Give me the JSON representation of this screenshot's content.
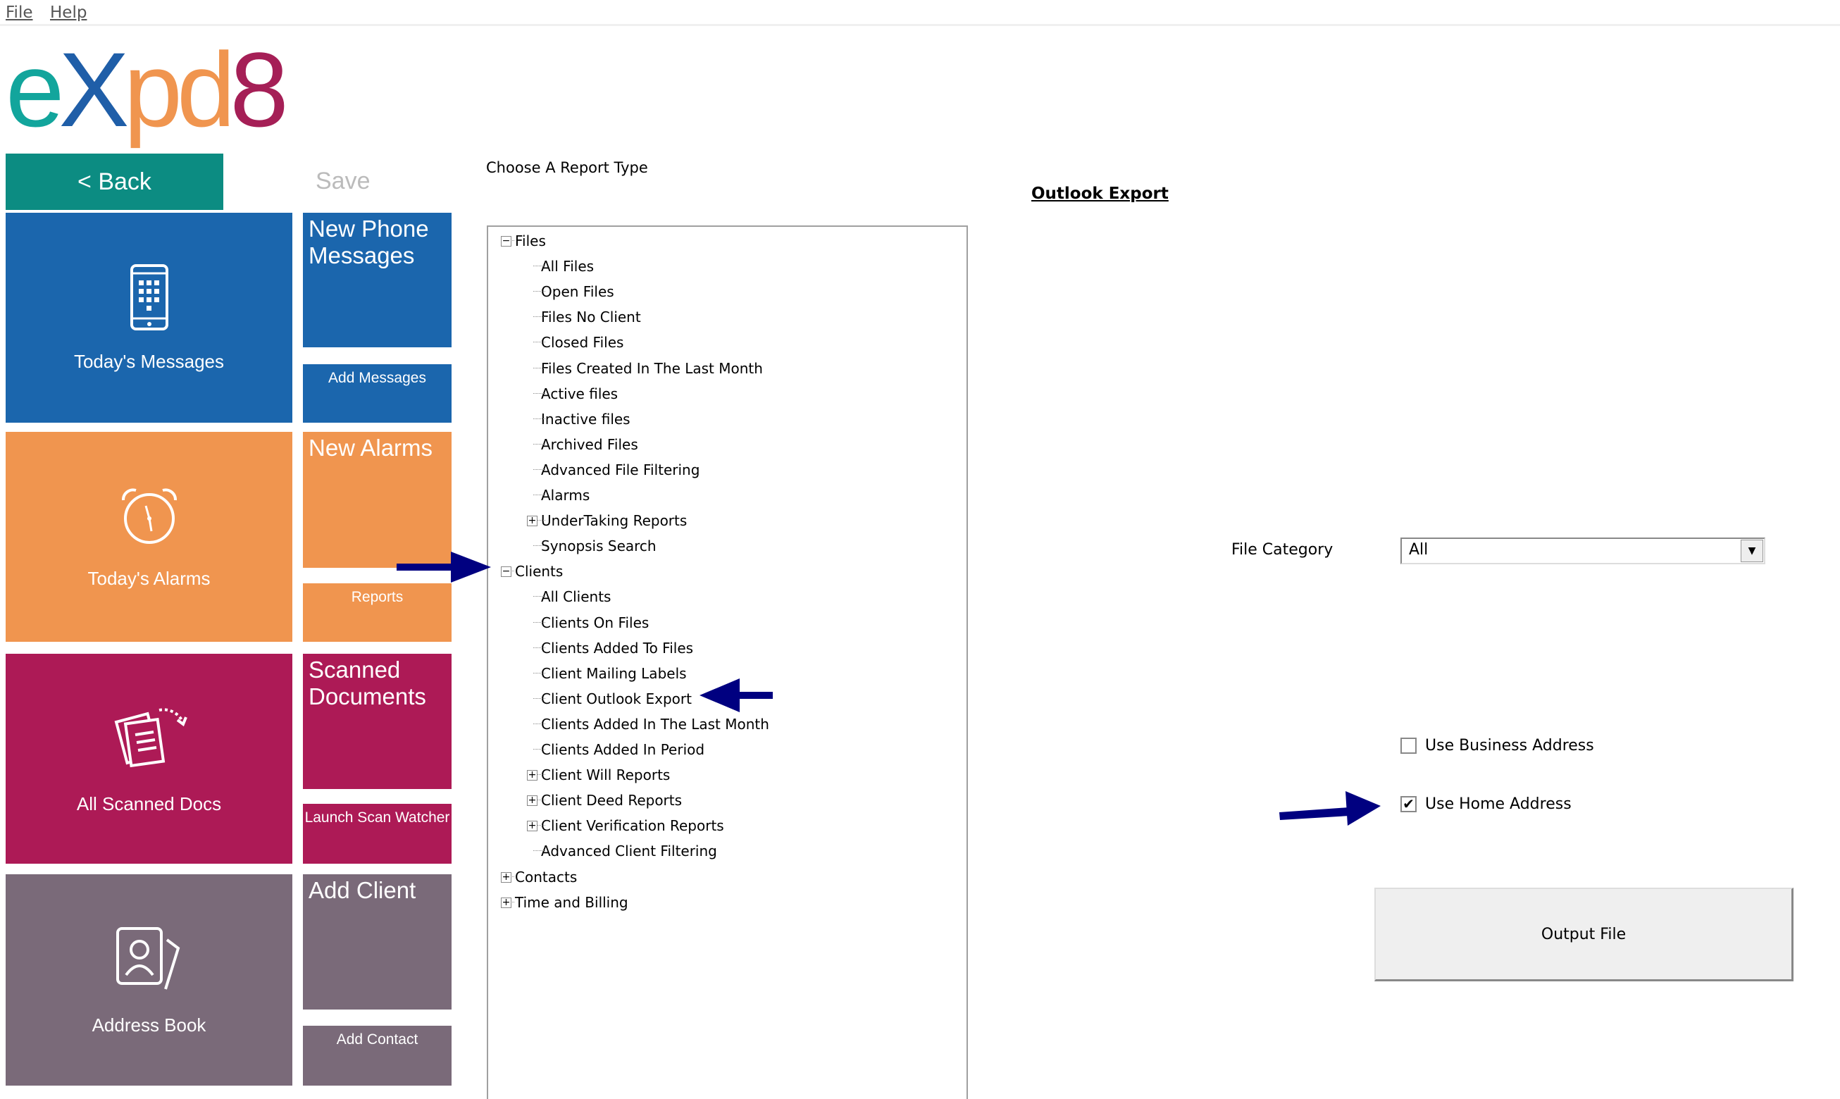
{
  "menu": {
    "file": "File",
    "help": "Help"
  },
  "logo": {
    "text": "eXpd8"
  },
  "nav": {
    "back": "< Back",
    "save": "Save"
  },
  "tiles": {
    "messages": {
      "label": "Today's Messages",
      "title": "New Phone Messages",
      "action": "Add Messages"
    },
    "alarms": {
      "label": "Today's Alarms",
      "title": "New Alarms",
      "action": "Reports"
    },
    "scanned": {
      "label": "All Scanned Docs",
      "title": "Scanned Documents",
      "action": "Launch Scan Watcher"
    },
    "address": {
      "label": "Address Book",
      "title": "Add Client",
      "action": "Add Contact"
    }
  },
  "report": {
    "heading": "Choose A Report Type",
    "tree": [
      {
        "label": "Files",
        "level": 0,
        "exp": "-"
      },
      {
        "label": "All Files",
        "level": 1
      },
      {
        "label": "Open Files",
        "level": 1
      },
      {
        "label": "Files No Client",
        "level": 1
      },
      {
        "label": "Closed Files",
        "level": 1
      },
      {
        "label": "Files Created In The Last Month",
        "level": 1
      },
      {
        "label": "Active files",
        "level": 1
      },
      {
        "label": "Inactive files",
        "level": 1
      },
      {
        "label": "Archived Files",
        "level": 1
      },
      {
        "label": "Advanced File Filtering",
        "level": 1
      },
      {
        "label": "Alarms",
        "level": 1
      },
      {
        "label": "UnderTaking Reports",
        "level": 1,
        "exp": "+"
      },
      {
        "label": "Synopsis Search",
        "level": 1
      },
      {
        "label": "Clients",
        "level": 0,
        "exp": "-"
      },
      {
        "label": "All Clients",
        "level": 1
      },
      {
        "label": "Clients On Files",
        "level": 1
      },
      {
        "label": "Clients Added To Files",
        "level": 1
      },
      {
        "label": "Client Mailing Labels",
        "level": 1
      },
      {
        "label": "Client Outlook Export",
        "level": 1
      },
      {
        "label": "Clients Added In The Last Month",
        "level": 1
      },
      {
        "label": "Clients Added In Period",
        "level": 1
      },
      {
        "label": "Client Will Reports",
        "level": 1,
        "exp": "+"
      },
      {
        "label": "Client Deed Reports",
        "level": 1,
        "exp": "+"
      },
      {
        "label": "Client Verification Reports",
        "level": 1,
        "exp": "+"
      },
      {
        "label": "Advanced Client Filtering",
        "level": 1
      },
      {
        "label": "Contacts",
        "level": 0,
        "exp": "+"
      },
      {
        "label": "Time and Billing",
        "level": 0,
        "exp": "+"
      }
    ]
  },
  "export": {
    "title": "Outlook Export",
    "file_category_label": "File Category",
    "file_category_value": "All",
    "use_business": {
      "label": "Use Business Address",
      "checked": false
    },
    "use_home": {
      "label": "Use Home Address",
      "checked": true
    },
    "output": "Output File"
  },
  "colors": {
    "teal": "#0c8c82",
    "blue": "#1b66ad",
    "orange": "#f0954f",
    "magenta": "#ad1a56",
    "grey": "#7a6a79",
    "arrow": "#000080"
  }
}
